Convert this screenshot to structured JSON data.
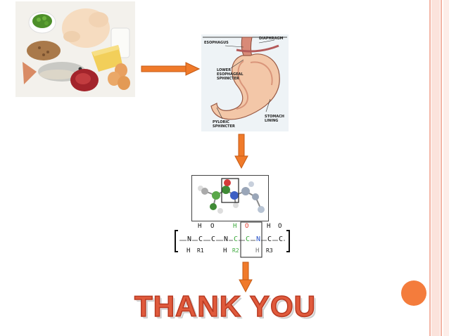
{
  "slide": {
    "closing_text": "THANK YOU"
  },
  "stomach": {
    "labels": {
      "esophagus": "ESOPHAGUS",
      "diaphragm": "DIAPHRAGM",
      "les_line1": "LOWER",
      "les_line2": "ESOPHAGEAL",
      "les_line3": "SPHINCTER",
      "lining_line1": "STOMACH",
      "lining_line2": "LINING",
      "pyloric_line1": "PYLORIC",
      "pyloric_line2": "SPHINCTER"
    }
  },
  "peptide": {
    "h": "H",
    "o": "O",
    "n": "N",
    "c": "C",
    "r1": "R1",
    "r2": "R2",
    "r3": "R3"
  },
  "colors": {
    "arrow": "#f07a2a",
    "accent": "#f47c3c",
    "thank_you": "#e05a3c",
    "carbonyl_red": "#e23b2e",
    "side_chain_green": "#3aa83a",
    "amide_blue": "#2a54c8"
  },
  "icons": {
    "arrow_right": "arrow-right-icon",
    "arrow_down": "arrow-down-icon"
  }
}
